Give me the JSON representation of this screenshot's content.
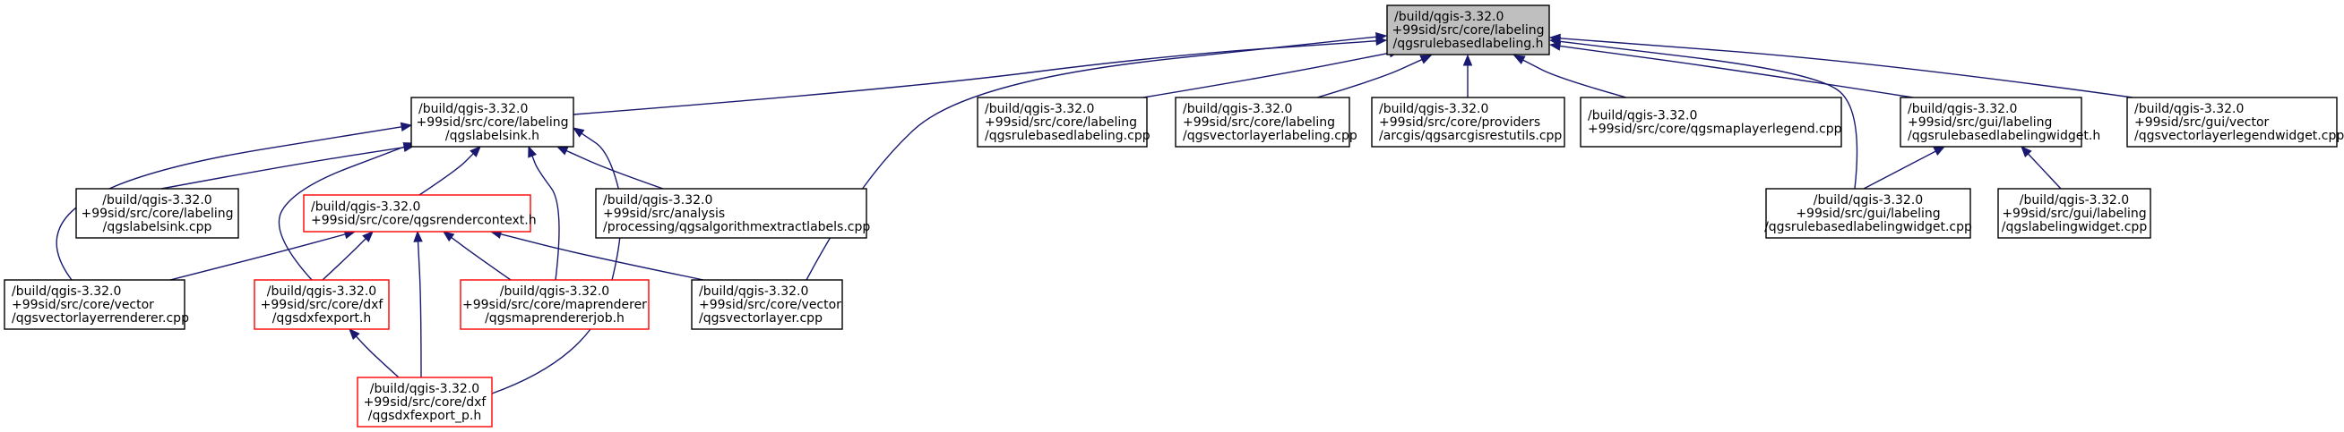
{
  "colors": {
    "edge": "#191970",
    "border_default": "#000000",
    "border_truncated": "#ff0000",
    "root_fill": "#bfbfbf",
    "node_fill": "#ffffff"
  },
  "nodes": [
    {
      "id": "root",
      "style": "root",
      "lines": [
        "/build/qgis-3.32.0",
        "+99sid/src/core/labeling",
        "/qgsrulebasedlabeling.h"
      ]
    },
    {
      "id": "qgslabelsink_h",
      "style": "default",
      "lines": [
        "/build/qgis-3.32.0",
        "+99sid/src/core/labeling",
        "/qgslabelsink.h"
      ]
    },
    {
      "id": "qgsrulebasedlabeling_cpp",
      "style": "default",
      "lines": [
        "/build/qgis-3.32.0",
        "+99sid/src/core/labeling",
        "/qgsrulebasedlabeling.cpp"
      ]
    },
    {
      "id": "qgsvectorlayerlabeling_cpp",
      "style": "default",
      "lines": [
        "/build/qgis-3.32.0",
        "+99sid/src/core/labeling",
        "/qgsvectorlayerlabeling.cpp"
      ]
    },
    {
      "id": "qgsarcgisrestutils_cpp",
      "style": "default",
      "lines": [
        "/build/qgis-3.32.0",
        "+99sid/src/core/providers",
        "/arcgis/qgsarcgisrestutils.cpp"
      ]
    },
    {
      "id": "qgsmaplayerlegend_cpp",
      "style": "default",
      "lines": [
        "/build/qgis-3.32.0",
        "+99sid/src/core/qgsmaplayerlegend.cpp"
      ]
    },
    {
      "id": "qgsrulebasedlabelingwidget_h",
      "style": "default",
      "lines": [
        "/build/qgis-3.32.0",
        "+99sid/src/gui/labeling",
        "/qgsrulebasedlabelingwidget.h"
      ]
    },
    {
      "id": "qgsvectorlayerlegendwidget_cpp",
      "style": "default",
      "lines": [
        "/build/qgis-3.32.0",
        "+99sid/src/gui/vector",
        "/qgsvectorlayerlegendwidget.cpp"
      ]
    },
    {
      "id": "qgslabelsink_cpp",
      "style": "default",
      "lines": [
        "/build/qgis-3.32.0",
        "+99sid/src/core/labeling",
        "/qgslabelsink.cpp"
      ]
    },
    {
      "id": "qgsrendercontext_h",
      "style": "truncated",
      "lines": [
        "/build/qgis-3.32.0",
        "+99sid/src/core/qgsrendercontext.h"
      ]
    },
    {
      "id": "qgsalgorithmextractlabels_cpp",
      "style": "default",
      "lines": [
        "/build/qgis-3.32.0",
        "+99sid/src/analysis",
        "/processing/qgsalgorithmextractlabels.cpp"
      ]
    },
    {
      "id": "qgsvectorlayerrenderer_cpp",
      "style": "default",
      "lines": [
        "/build/qgis-3.32.0",
        "+99sid/src/core/vector",
        "/qgsvectorlayerrenderer.cpp"
      ]
    },
    {
      "id": "qgsdxfexport_h",
      "style": "truncated",
      "lines": [
        "/build/qgis-3.32.0",
        "+99sid/src/core/dxf",
        "/qgsdxfexport.h"
      ]
    },
    {
      "id": "qgsmaprendererjob_h",
      "style": "truncated",
      "lines": [
        "/build/qgis-3.32.0",
        "+99sid/src/core/maprenderer",
        "/qgsmaprendererjob.h"
      ]
    },
    {
      "id": "qgsvectorlayer_cpp",
      "style": "default",
      "lines": [
        "/build/qgis-3.32.0",
        "+99sid/src/core/vector",
        "/qgsvectorlayer.cpp"
      ]
    },
    {
      "id": "qgsdxfexport_p_h",
      "style": "truncated",
      "lines": [
        "/build/qgis-3.32.0",
        "+99sid/src/core/dxf",
        "/qgsdxfexport_p.h"
      ]
    },
    {
      "id": "qgsrulebasedlabelingwidget_cpp",
      "style": "default",
      "lines": [
        "/build/qgis-3.32.0",
        "+99sid/src/gui/labeling",
        "/qgsrulebasedlabelingwidget.cpp"
      ]
    },
    {
      "id": "qgslabelingwidget_cpp",
      "style": "default",
      "lines": [
        "/build/qgis-3.32.0",
        "+99sid/src/gui/labeling",
        "/qgslabelingwidget.cpp"
      ]
    }
  ],
  "edges": [
    {
      "from": "qgslabelsink_h",
      "to": "root"
    },
    {
      "from": "qgsrulebasedlabeling_cpp",
      "to": "root"
    },
    {
      "from": "qgsvectorlayerlabeling_cpp",
      "to": "root"
    },
    {
      "from": "qgsarcgisrestutils_cpp",
      "to": "root"
    },
    {
      "from": "qgsmaplayerlegend_cpp",
      "to": "root"
    },
    {
      "from": "qgsrulebasedlabelingwidget_h",
      "to": "root"
    },
    {
      "from": "qgsvectorlayerlegendwidget_cpp",
      "to": "root"
    },
    {
      "from": "qgsrulebasedlabelingwidget_cpp",
      "to": "root"
    },
    {
      "from": "qgsvectorlayer_cpp",
      "to": "root"
    },
    {
      "from": "qgslabelsink_cpp",
      "to": "qgslabelsink_h"
    },
    {
      "from": "qgsrendercontext_h",
      "to": "qgslabelsink_h"
    },
    {
      "from": "qgsalgorithmextractlabels_cpp",
      "to": "qgslabelsink_h"
    },
    {
      "from": "qgsvectorlayerrenderer_cpp",
      "to": "qgslabelsink_h"
    },
    {
      "from": "qgsdxfexport_h",
      "to": "qgslabelsink_h"
    },
    {
      "from": "qgsmaprendererjob_h",
      "to": "qgslabelsink_h"
    },
    {
      "from": "qgsdxfexport_p_h",
      "to": "qgslabelsink_h"
    },
    {
      "from": "qgsvectorlayerrenderer_cpp",
      "to": "qgsrendercontext_h"
    },
    {
      "from": "qgsdxfexport_h",
      "to": "qgsrendercontext_h"
    },
    {
      "from": "qgsmaprendererjob_h",
      "to": "qgsrendercontext_h"
    },
    {
      "from": "qgsvectorlayer_cpp",
      "to": "qgsrendercontext_h"
    },
    {
      "from": "qgsdxfexport_p_h",
      "to": "qgsrendercontext_h"
    },
    {
      "from": "qgsdxfexport_p_h",
      "to": "qgsdxfexport_h"
    },
    {
      "from": "qgsrulebasedlabelingwidget_cpp",
      "to": "qgsrulebasedlabelingwidget_h"
    },
    {
      "from": "qgslabelingwidget_cpp",
      "to": "qgsrulebasedlabelingwidget_h"
    }
  ]
}
